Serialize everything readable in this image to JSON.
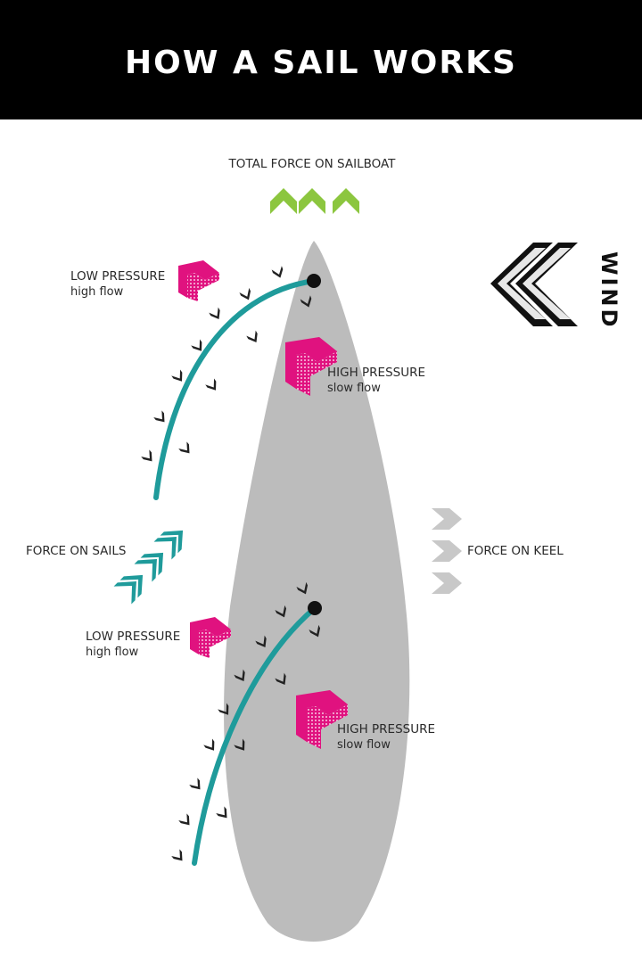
{
  "title": "HOW A SAIL WORKS",
  "labels": {
    "total_force": "TOTAL FORCE ON SAILBOAT",
    "wind": "WIND",
    "force_on_sails": "FORCE ON SAILS",
    "force_on_keel": "FORCE ON KEEL",
    "upper_low": {
      "title": "LOW PRESSURE",
      "sub": "high flow"
    },
    "upper_high": {
      "title": "HIGH PRESSURE",
      "sub": "slow flow"
    },
    "lower_low": {
      "title": "LOW PRESSURE",
      "sub": "high flow"
    },
    "lower_high": {
      "title": "HIGH PRESSURE",
      "sub": "slow flow"
    }
  },
  "colors": {
    "header_bg": "#000000",
    "hull": "#bcbcbc",
    "sail": "#1f9b9b",
    "pressure": "#e0127f",
    "force_up": "#8cc63f",
    "keel_arrows": "#c8c8c8",
    "flow_arrows": "#222222"
  },
  "icons": {
    "wind": "double-chevron-left-icon",
    "total_force": "chevron-up-icon",
    "force_on_sails": "chevron-up-right-icon",
    "force_on_keel": "chevron-right-icon",
    "pressure": "pink-3d-chevron-icon",
    "flow": "small-flow-chevron-icon"
  }
}
